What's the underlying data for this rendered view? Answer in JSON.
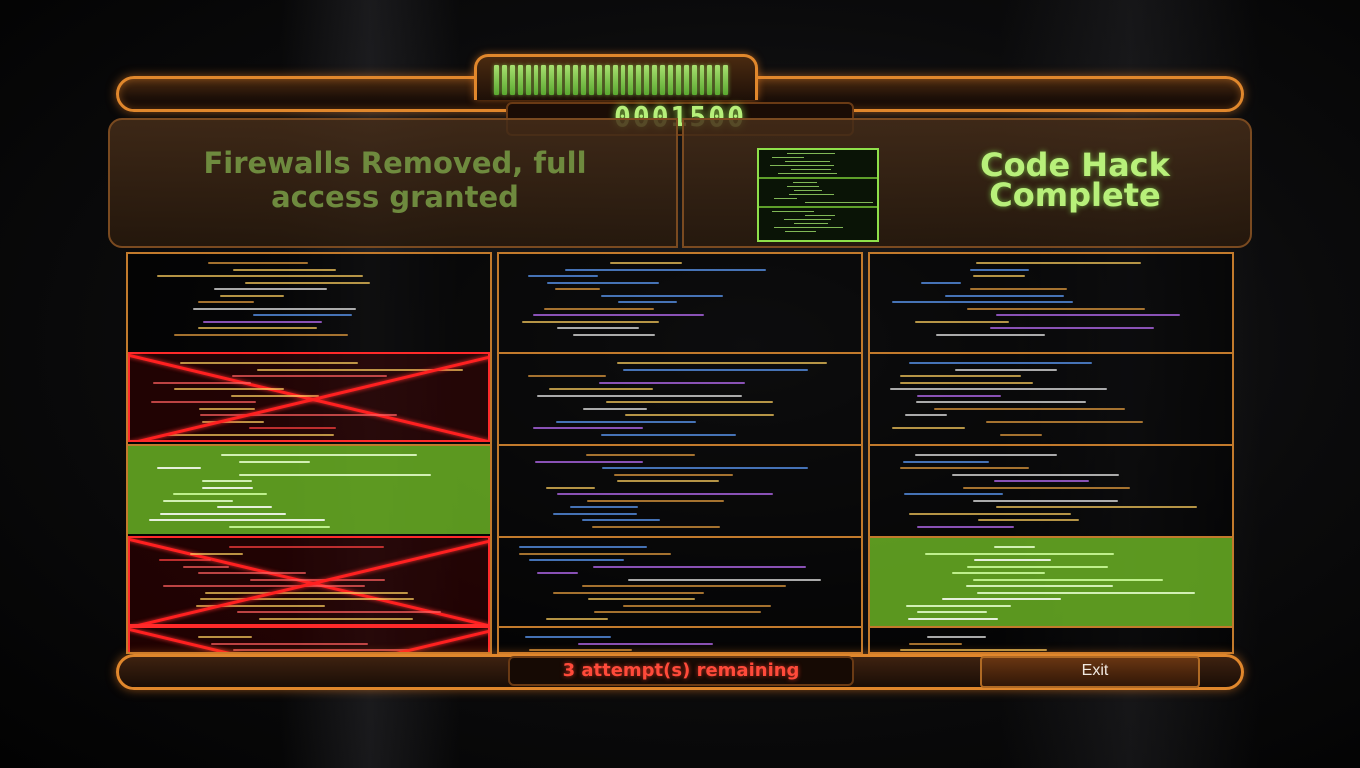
{
  "game": {
    "score": "0001500",
    "status_message_line1": "Firewalls Removed, full",
    "status_message_line2": "access granted",
    "result_line1": "Code Hack",
    "result_line2": "Complete",
    "attempts_text": "3 attempt(s) remaining",
    "exit_label": "Exit",
    "progress_fraction": 1.0,
    "progress_segments": 30
  },
  "grid": {
    "columns": [
      {
        "cells": [
          "code",
          "red",
          "green",
          "red",
          "red",
          "code"
        ]
      },
      {
        "cells": [
          "code",
          "code",
          "code",
          "code",
          "code",
          "red"
        ]
      },
      {
        "cells": [
          "code",
          "code",
          "code",
          "green",
          "code",
          "code"
        ]
      }
    ]
  },
  "colors": {
    "frame_orange": "#e0872c",
    "accent_green": "#b6f07a",
    "error_red": "#ff4a3a"
  }
}
